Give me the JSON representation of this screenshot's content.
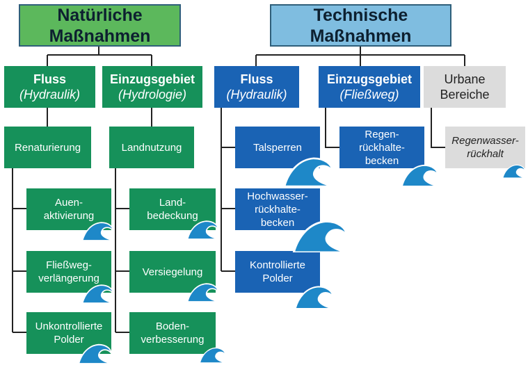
{
  "natural": {
    "title_line1": "Natürliche",
    "title_line2": "Maßnahmen",
    "river": {
      "title": "Fluss",
      "subtitle": "(Hydraulik)"
    },
    "catchment": {
      "title": "Einzugsgebiet",
      "subtitle": "(Hydrologie)"
    },
    "renaturierung": "Renaturierung",
    "landnutzung": "Landnutzung",
    "auen": [
      "Auen-",
      "aktivierung"
    ],
    "fliessweg": [
      "Fließweg-",
      "verlängerung"
    ],
    "polder": [
      "Unkontrollierte",
      "Polder"
    ],
    "landbedeckung": [
      "Land-",
      "bedeckung"
    ],
    "versiegelung": "Versiegelung",
    "boden": [
      "Boden-",
      "verbesserung"
    ]
  },
  "technical": {
    "title_line1": "Technische",
    "title_line2": "Maßnahmen",
    "river": {
      "title": "Fluss",
      "subtitle": "(Hydraulik)"
    },
    "catchment": {
      "title": "Einzugsgebiet",
      "subtitle": "(Fließweg)"
    },
    "urban": [
      "Urbane",
      "Bereiche"
    ],
    "talsperren": "Talsperren",
    "hochwasser": [
      "Hochwasser-",
      "rückhalte-",
      "becken"
    ],
    "kontrolliert": [
      "Kontrollierte",
      "Polder"
    ],
    "regen": [
      "Regen-",
      "rückhalte-",
      "becken"
    ],
    "regenwasser": [
      "Regenwasser-",
      "rückhalt"
    ]
  },
  "colors": {
    "green_dark": "#16915a",
    "green_light": "#5cb85c",
    "blue_dark": "#1a63b4",
    "blue_light": "#7fbde0",
    "gray": "#dcdcdc",
    "wave": "#1e88c8"
  }
}
